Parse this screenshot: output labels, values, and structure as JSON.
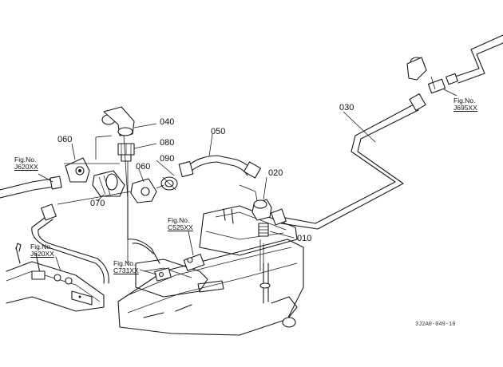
{
  "parts": [
    {
      "id": "040"
    },
    {
      "id": "080"
    },
    {
      "id": "090"
    },
    {
      "id": "060a",
      "label": "060"
    },
    {
      "id": "060b",
      "label": "060"
    },
    {
      "id": "070"
    },
    {
      "id": "050"
    },
    {
      "id": "020"
    },
    {
      "id": "010"
    },
    {
      "id": "030"
    }
  ],
  "labels": {
    "p040": "040",
    "p080": "080",
    "p090": "090",
    "p060a": "060",
    "p060b": "060",
    "p070": "070",
    "p050": "050",
    "p020": "020",
    "p010": "010",
    "p030": "030"
  },
  "refs": {
    "j620_top": {
      "line1": "Fig.No.",
      "line2": "J620XX"
    },
    "j620_bottom": {
      "line1": "Fig.No.",
      "line2": "J620XX"
    },
    "c525": {
      "line1": "Fig.No.",
      "line2": "C525XX"
    },
    "c731": {
      "line1": "Fig.No.",
      "line2": "C731XX"
    },
    "j695": {
      "line1": "Fig.No.",
      "line2": "J695XX"
    }
  },
  "footer": {
    "code": "3J2A0-049-10"
  }
}
